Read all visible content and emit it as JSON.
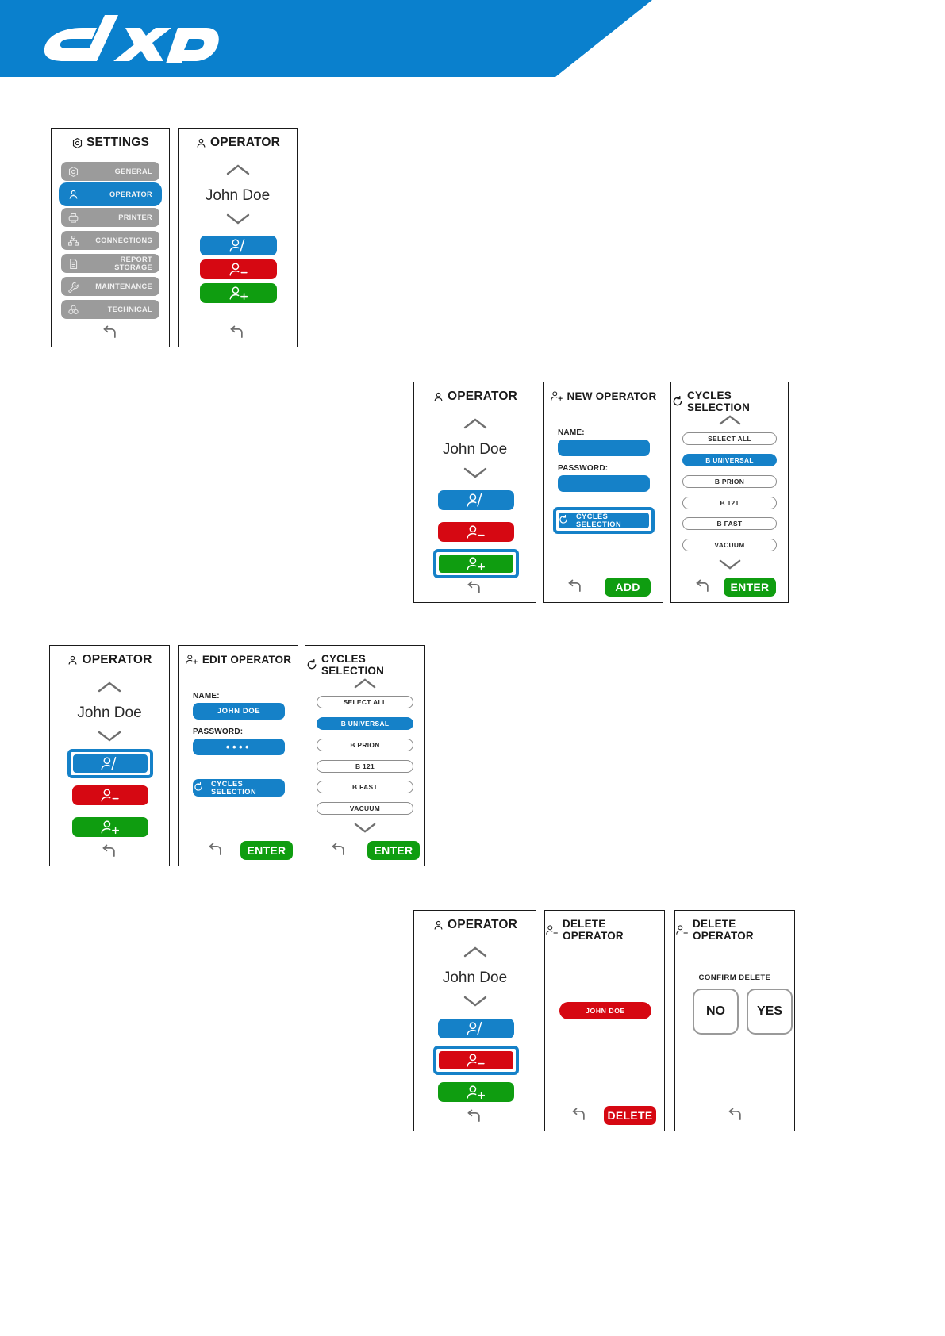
{
  "header": {
    "logo_text": "dxp",
    "brand_color": "#0a80cd"
  },
  "colors": {
    "blue": "#1581c8",
    "red": "#d60812",
    "green": "#0f9d10",
    "grey": "#9b9b9b",
    "outline": "#1a1a1a"
  },
  "settings_panel": {
    "title": "SETTINGS",
    "title_icon": "gear-hex-icon",
    "items": [
      {
        "label": "GENERAL",
        "icon": "gear-hex-icon",
        "selected": false
      },
      {
        "label": "OPERATOR",
        "icon": "user-icon",
        "selected": true
      },
      {
        "label": "PRINTER",
        "icon": "printer-icon",
        "selected": false
      },
      {
        "label": "CONNECTIONS",
        "icon": "network-icon",
        "selected": false
      },
      {
        "label": "REPORT STORAGE",
        "icon": "document-icon",
        "selected": false
      },
      {
        "label": "MAINTENANCE",
        "icon": "wrench-icon",
        "selected": false
      },
      {
        "label": "TECHNICAL",
        "icon": "molecule-icon",
        "selected": false
      }
    ],
    "back_icon": "back-arrow-icon"
  },
  "operator_panel": {
    "title": "OPERATOR",
    "title_icon": "user-icon",
    "up_icon": "chevron-up-icon",
    "down_icon": "chevron-down-icon",
    "operator_name": "John Doe",
    "buttons": [
      {
        "name": "edit-operator-button",
        "icon": "user-edit-icon",
        "color": "blue"
      },
      {
        "name": "delete-operator-button",
        "icon": "user-minus-icon",
        "color": "red"
      },
      {
        "name": "add-operator-button",
        "icon": "user-plus-icon",
        "color": "green"
      }
    ],
    "back_icon": "back-arrow-icon"
  },
  "new_operator_panel": {
    "title": "NEW OPERATOR",
    "title_icon": "user-plus-icon",
    "name_label": "NAME:",
    "name_value": "",
    "password_label": "PASSWORD:",
    "password_value": "",
    "cycles_button_label": "CYCLES SELECTION",
    "cycles_button_icon": "refresh-icon",
    "add_label": "ADD",
    "back_icon": "back-arrow-icon"
  },
  "edit_operator_panel": {
    "title": "EDIT OPERATOR",
    "title_icon": "user-plus-icon",
    "name_label": "NAME:",
    "name_value": "JOHN DOE",
    "password_label": "PASSWORD:",
    "password_value": "••••",
    "cycles_button_label": "CYCLES SELECTION",
    "cycles_button_icon": "refresh-icon",
    "enter_label": "ENTER",
    "back_icon": "back-arrow-icon"
  },
  "cycles_panel": {
    "title": "CYCLES SELECTION",
    "title_icon": "refresh-icon",
    "up_icon": "chevron-up-icon",
    "down_icon": "chevron-down-icon",
    "items": [
      {
        "label": "SELECT ALL",
        "selected": false
      },
      {
        "label": "B UNIVERSAL",
        "selected": true
      },
      {
        "label": "B PRION",
        "selected": false
      },
      {
        "label": "B 121",
        "selected": false
      },
      {
        "label": "B FAST",
        "selected": false
      },
      {
        "label": "VACUUM",
        "selected": false
      }
    ],
    "enter_label": "ENTER",
    "back_icon": "back-arrow-icon"
  },
  "delete_operator_panel": {
    "title": "DELETE OPERATOR",
    "title_icon": "user-minus-icon",
    "operator_chip": "JOHN DOE",
    "delete_label": "DELETE",
    "back_icon": "back-arrow-icon"
  },
  "delete_confirm_panel": {
    "title": "DELETE OPERATOR",
    "title_icon": "user-minus-icon",
    "confirm_text": "CONFIRM DELETE",
    "no_label": "NO",
    "yes_label": "YES",
    "back_icon": "back-arrow-icon"
  }
}
